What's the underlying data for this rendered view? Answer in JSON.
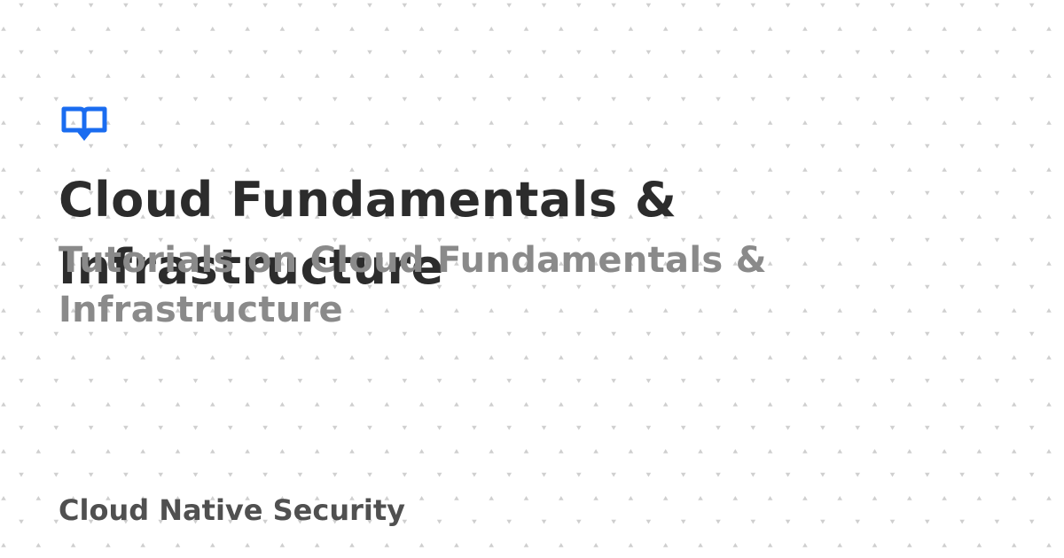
{
  "card": {
    "title": "Cloud Fundamentals & Infrastructure",
    "subtitle": "Tutorials on Cloud Fundamentals & Infrastructure",
    "footer": "Cloud Native Security"
  },
  "icons": {
    "logo": "open-book-icon"
  },
  "colors": {
    "background": "#ffffff",
    "accent": "#1a6cf0",
    "title": "#2c2c2c",
    "subtitle": "#8a8a8a",
    "footer": "#505050",
    "dots": "#cfcfcf"
  }
}
